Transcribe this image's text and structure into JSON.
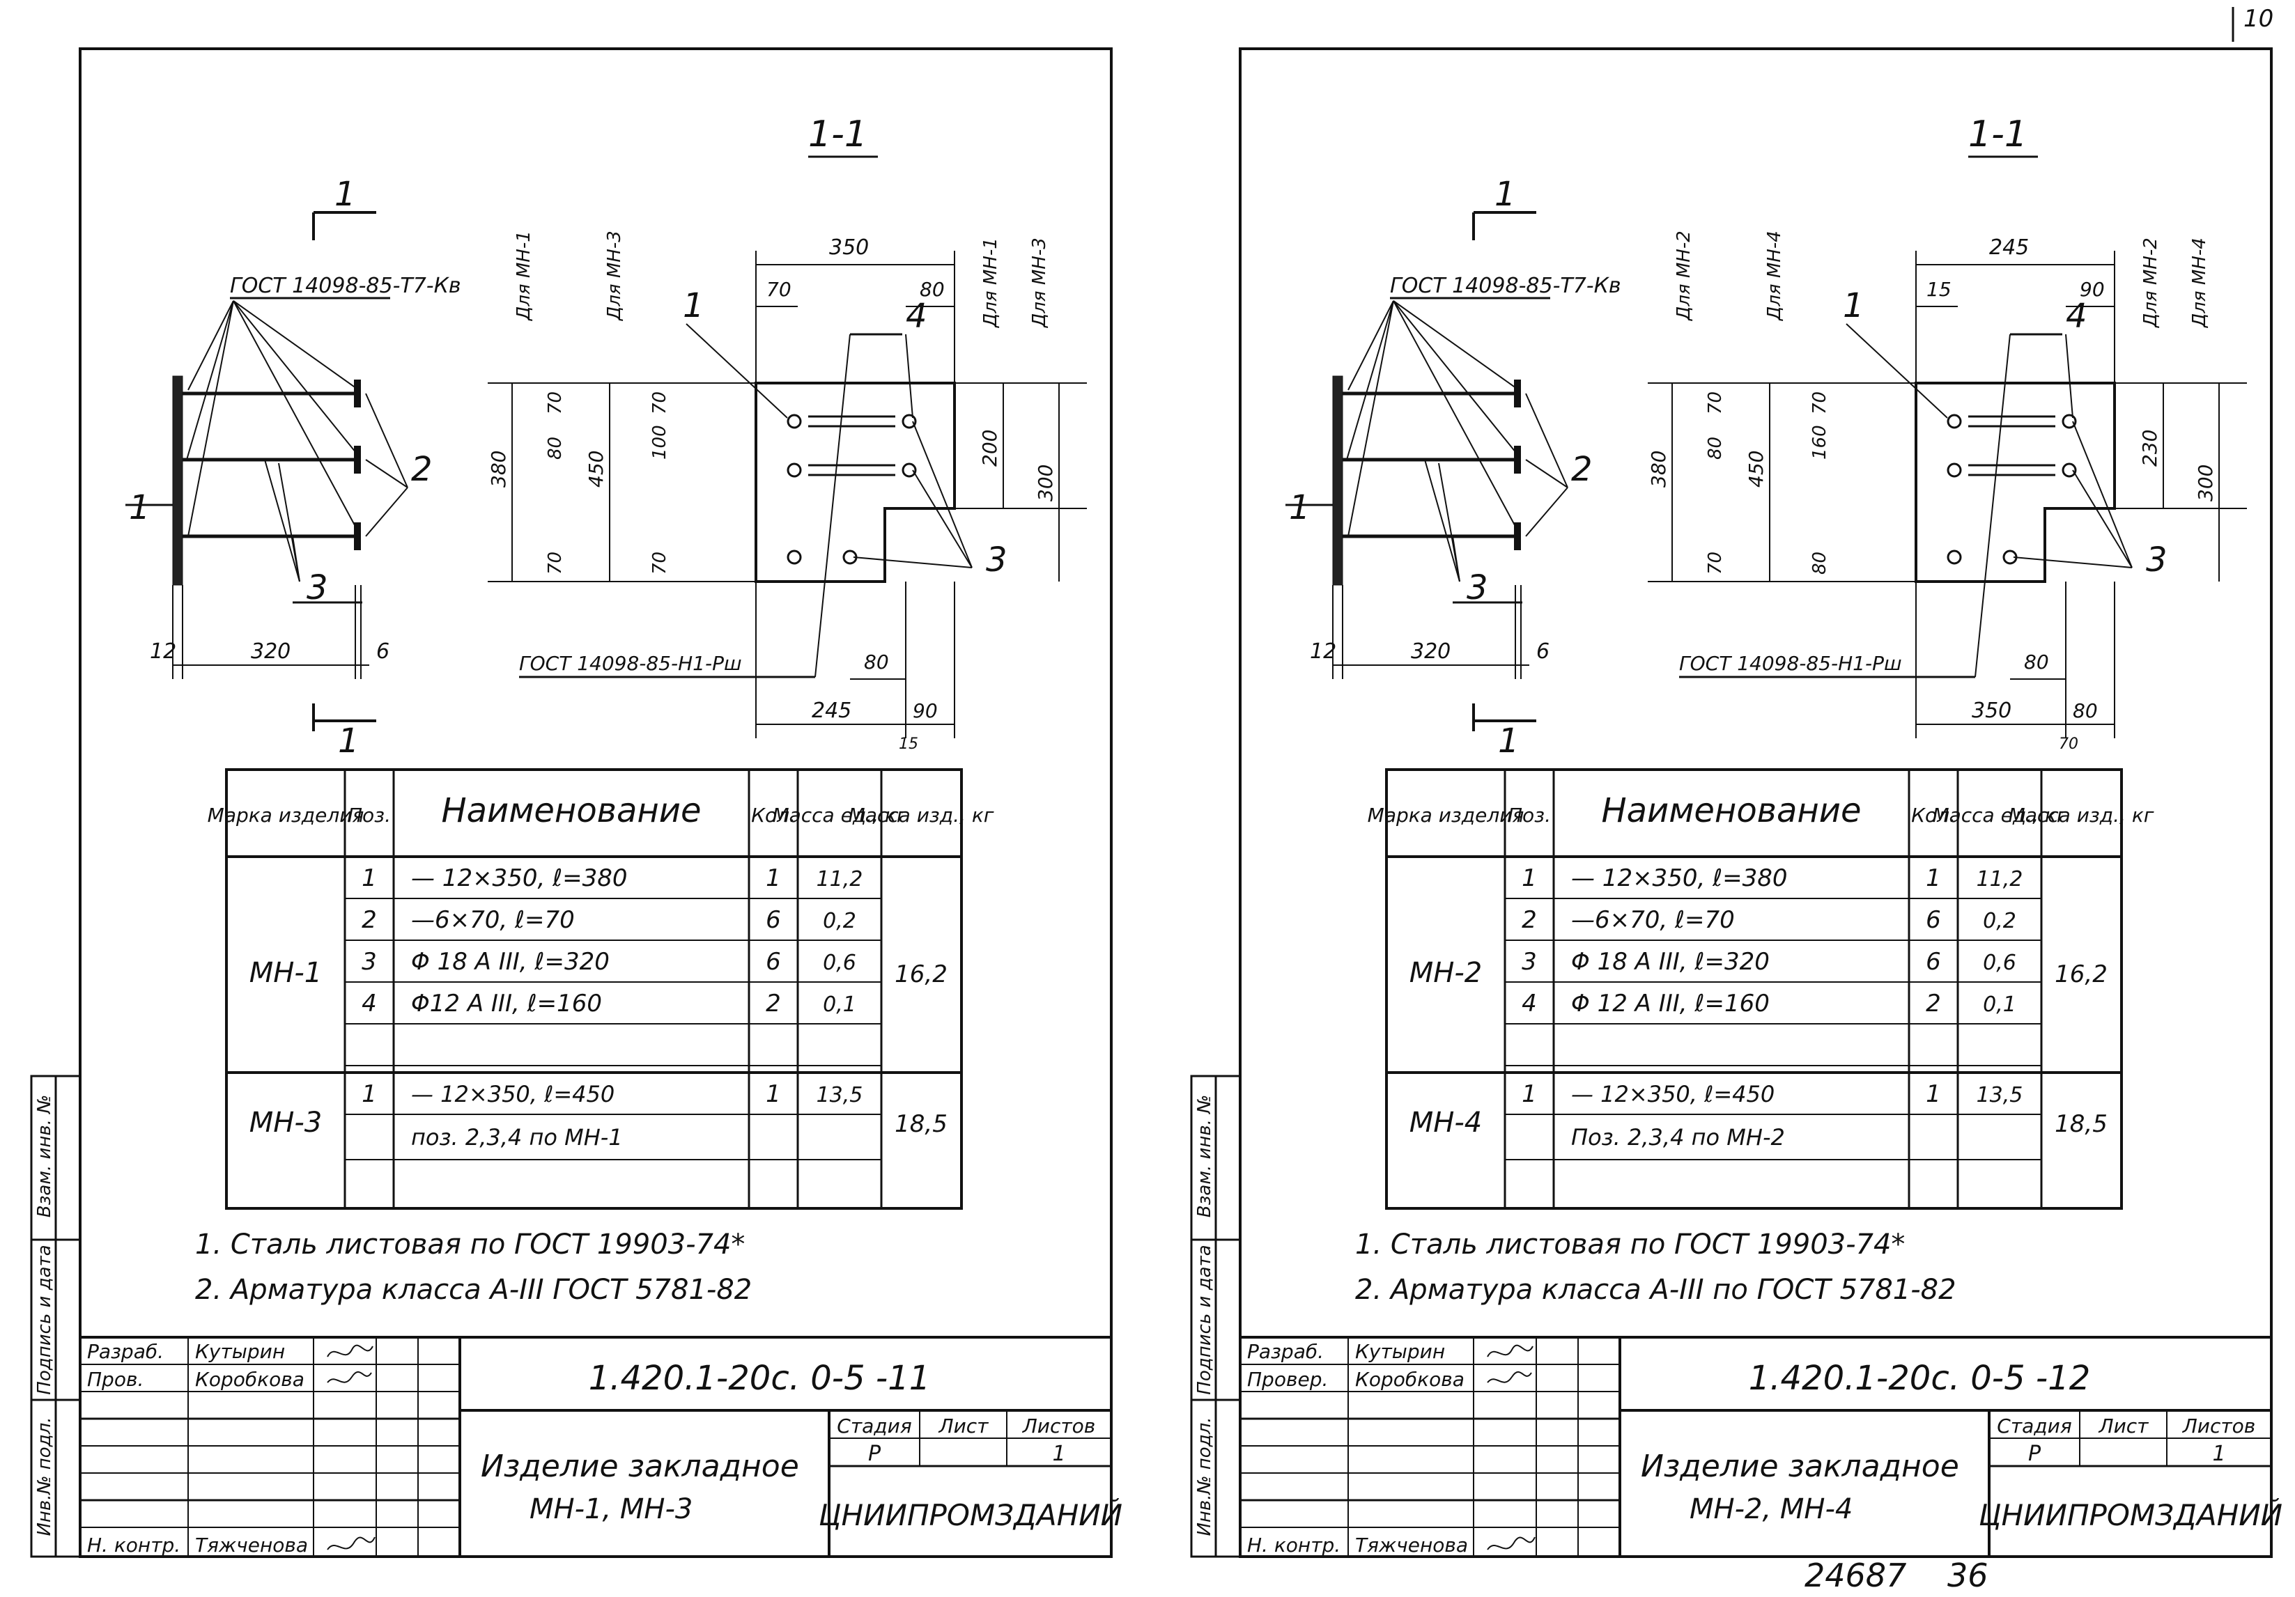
{
  "page_marks": {
    "corner": "10",
    "archive": "24687",
    "page": "36"
  },
  "sheets": [
    {
      "section_label": "1-1",
      "cut_labels": [
        "1",
        "1"
      ],
      "gost_top": "ГОСТ 14098-85-Т7-Кв",
      "gost_bottom": "ГОСТ 14098-85-Н1-Рш",
      "elevation": {
        "pos1": "1",
        "pos2": "2",
        "pos3": "3",
        "dim_left": "12",
        "dim_mid": "320",
        "dim_right": "6"
      },
      "plan": {
        "pos1": "1",
        "pos3": "3",
        "pos4": "4",
        "group_a": "Для МН-1",
        "group_b": "Для МН-3",
        "right_a": "Для МН-1",
        "right_b": "Для МН-3",
        "d_total_top": "350",
        "d70": "70",
        "d80_top": "80",
        "d_380": "380",
        "d_450": "450",
        "d_80": "80",
        "d_70a": "70",
        "d_100": "100",
        "d_70b": "70",
        "d_70c": "70",
        "d_70d": "70",
        "d_r200": "200",
        "d_r300": "300",
        "d_b80": "80",
        "d_b245": "245",
        "d_b90": "90",
        "d_b15": "15"
      },
      "table": {
        "headers": [
          "Марка изделия",
          "Поз.",
          "Наименование",
          "Кол.",
          "Масса ед., кг",
          "Масса изд., кг"
        ],
        "mark1": "МН-1",
        "mass1": "16,2",
        "rows1": [
          {
            "pos": "1",
            "name": "— 12×350, ℓ=380",
            "qty": "1",
            "unit": "11,2"
          },
          {
            "pos": "2",
            "name": "—6×70, ℓ=70",
            "qty": "6",
            "unit": "0,2"
          },
          {
            "pos": "3",
            "name": "Φ 18 А III, ℓ=320",
            "qty": "6",
            "unit": "0,6"
          },
          {
            "pos": "4",
            "name": "Φ12 А III, ℓ=160",
            "qty": "2",
            "unit": "0,1"
          }
        ],
        "mark2": "МН-3",
        "mass2": "18,5",
        "rows2": [
          {
            "pos": "1",
            "name": "— 12×350, ℓ=450",
            "qty": "1",
            "unit": "13,5"
          },
          {
            "pos": "",
            "name": "поз. 2,3,4 по МН-1",
            "qty": "",
            "unit": ""
          }
        ]
      },
      "notes": [
        "1. Сталь листовая по ГОСТ 19903-74*",
        "2. Арматура класса А-III ГОСТ 5781-82"
      ],
      "stamp": {
        "code": "1.420.1-20с. 0-5 -11",
        "title1": "Изделие закладное",
        "title2": "МН-1, МН-3",
        "role1": "Разраб.",
        "name1": "Кутырин",
        "role2": "Пров.",
        "name2": "Коробкова",
        "role3": "Н. контр.",
        "name3": "Тяжченова",
        "col_stage": "Стадия",
        "col_sheet": "Лист",
        "col_sheets": "Листов",
        "stage": "Р",
        "sheets_count": "1",
        "org": "ЦНИИПРОМЗДАНИЙ"
      },
      "side_labels": [
        "Инв.№ подл.",
        "Подпись и дата",
        "Взам. инв. №"
      ]
    },
    {
      "section_label": "1-1",
      "cut_labels": [
        "1",
        "1"
      ],
      "gost_top": "ГОСТ 14098-85-Т7-Кв",
      "gost_bottom": "ГОСТ 14098-85-Н1-Рш",
      "elevation": {
        "pos1": "1",
        "pos2": "2",
        "pos3": "3",
        "dim_left": "12",
        "dim_mid": "320",
        "dim_right": "6"
      },
      "plan": {
        "pos1": "1",
        "pos3": "3",
        "pos4": "4",
        "group_a": "Для МН-2",
        "group_b": "Для МН-4",
        "right_a": "Для МН-2",
        "right_b": "Для МН-4",
        "d_total_top": "245",
        "d70": "15",
        "d80_top": "90",
        "d_380": "380",
        "d_450": "450",
        "d_80": "80",
        "d_70a": "70",
        "d_100": "160",
        "d_70b": "70",
        "d_70c": "70",
        "d_70d": "80",
        "d_r200": "230",
        "d_r300": "300",
        "d_b80": "80",
        "d_b245": "350",
        "d_b90": "80",
        "d_b15": "70"
      },
      "table": {
        "headers": [
          "Марка изделия",
          "Поз.",
          "Наименование",
          "Кол.",
          "Масса ед., кг",
          "Масса изд., кг"
        ],
        "mark1": "МН-2",
        "mass1": "16,2",
        "rows1": [
          {
            "pos": "1",
            "name": "— 12×350, ℓ=380",
            "qty": "1",
            "unit": "11,2"
          },
          {
            "pos": "2",
            "name": "—6×70, ℓ=70",
            "qty": "6",
            "unit": "0,2"
          },
          {
            "pos": "3",
            "name": "Φ 18 А III, ℓ=320",
            "qty": "6",
            "unit": "0,6"
          },
          {
            "pos": "4",
            "name": "Φ 12 А III, ℓ=160",
            "qty": "2",
            "unit": "0,1"
          }
        ],
        "mark2": "МН-4",
        "mass2": "18,5",
        "rows2": [
          {
            "pos": "1",
            "name": "— 12×350, ℓ=450",
            "qty": "1",
            "unit": "13,5"
          },
          {
            "pos": "",
            "name": "Поз. 2,3,4 по МН-2",
            "qty": "",
            "unit": ""
          }
        ]
      },
      "notes": [
        "1. Сталь листовая по ГОСТ 19903-74*",
        "2. Арматура класса А-III по ГОСТ 5781-82"
      ],
      "stamp": {
        "code": "1.420.1-20с. 0-5 -12",
        "title1": "Изделие закладное",
        "title2": "МН-2, МН-4",
        "role1": "Разраб.",
        "name1": "Кутырин",
        "role2": "Провер.",
        "name2": "Коробкова",
        "role3": "Н. контр.",
        "name3": "Тяжченова",
        "col_stage": "Стадия",
        "col_sheet": "Лист",
        "col_sheets": "Листов",
        "stage": "Р",
        "sheets_count": "1",
        "org": "ЦНИИПРОМЗДАНИЙ"
      },
      "side_labels": [
        "Инв.№ подл.",
        "Подпись и дата",
        "Взам. инв. №"
      ]
    }
  ]
}
